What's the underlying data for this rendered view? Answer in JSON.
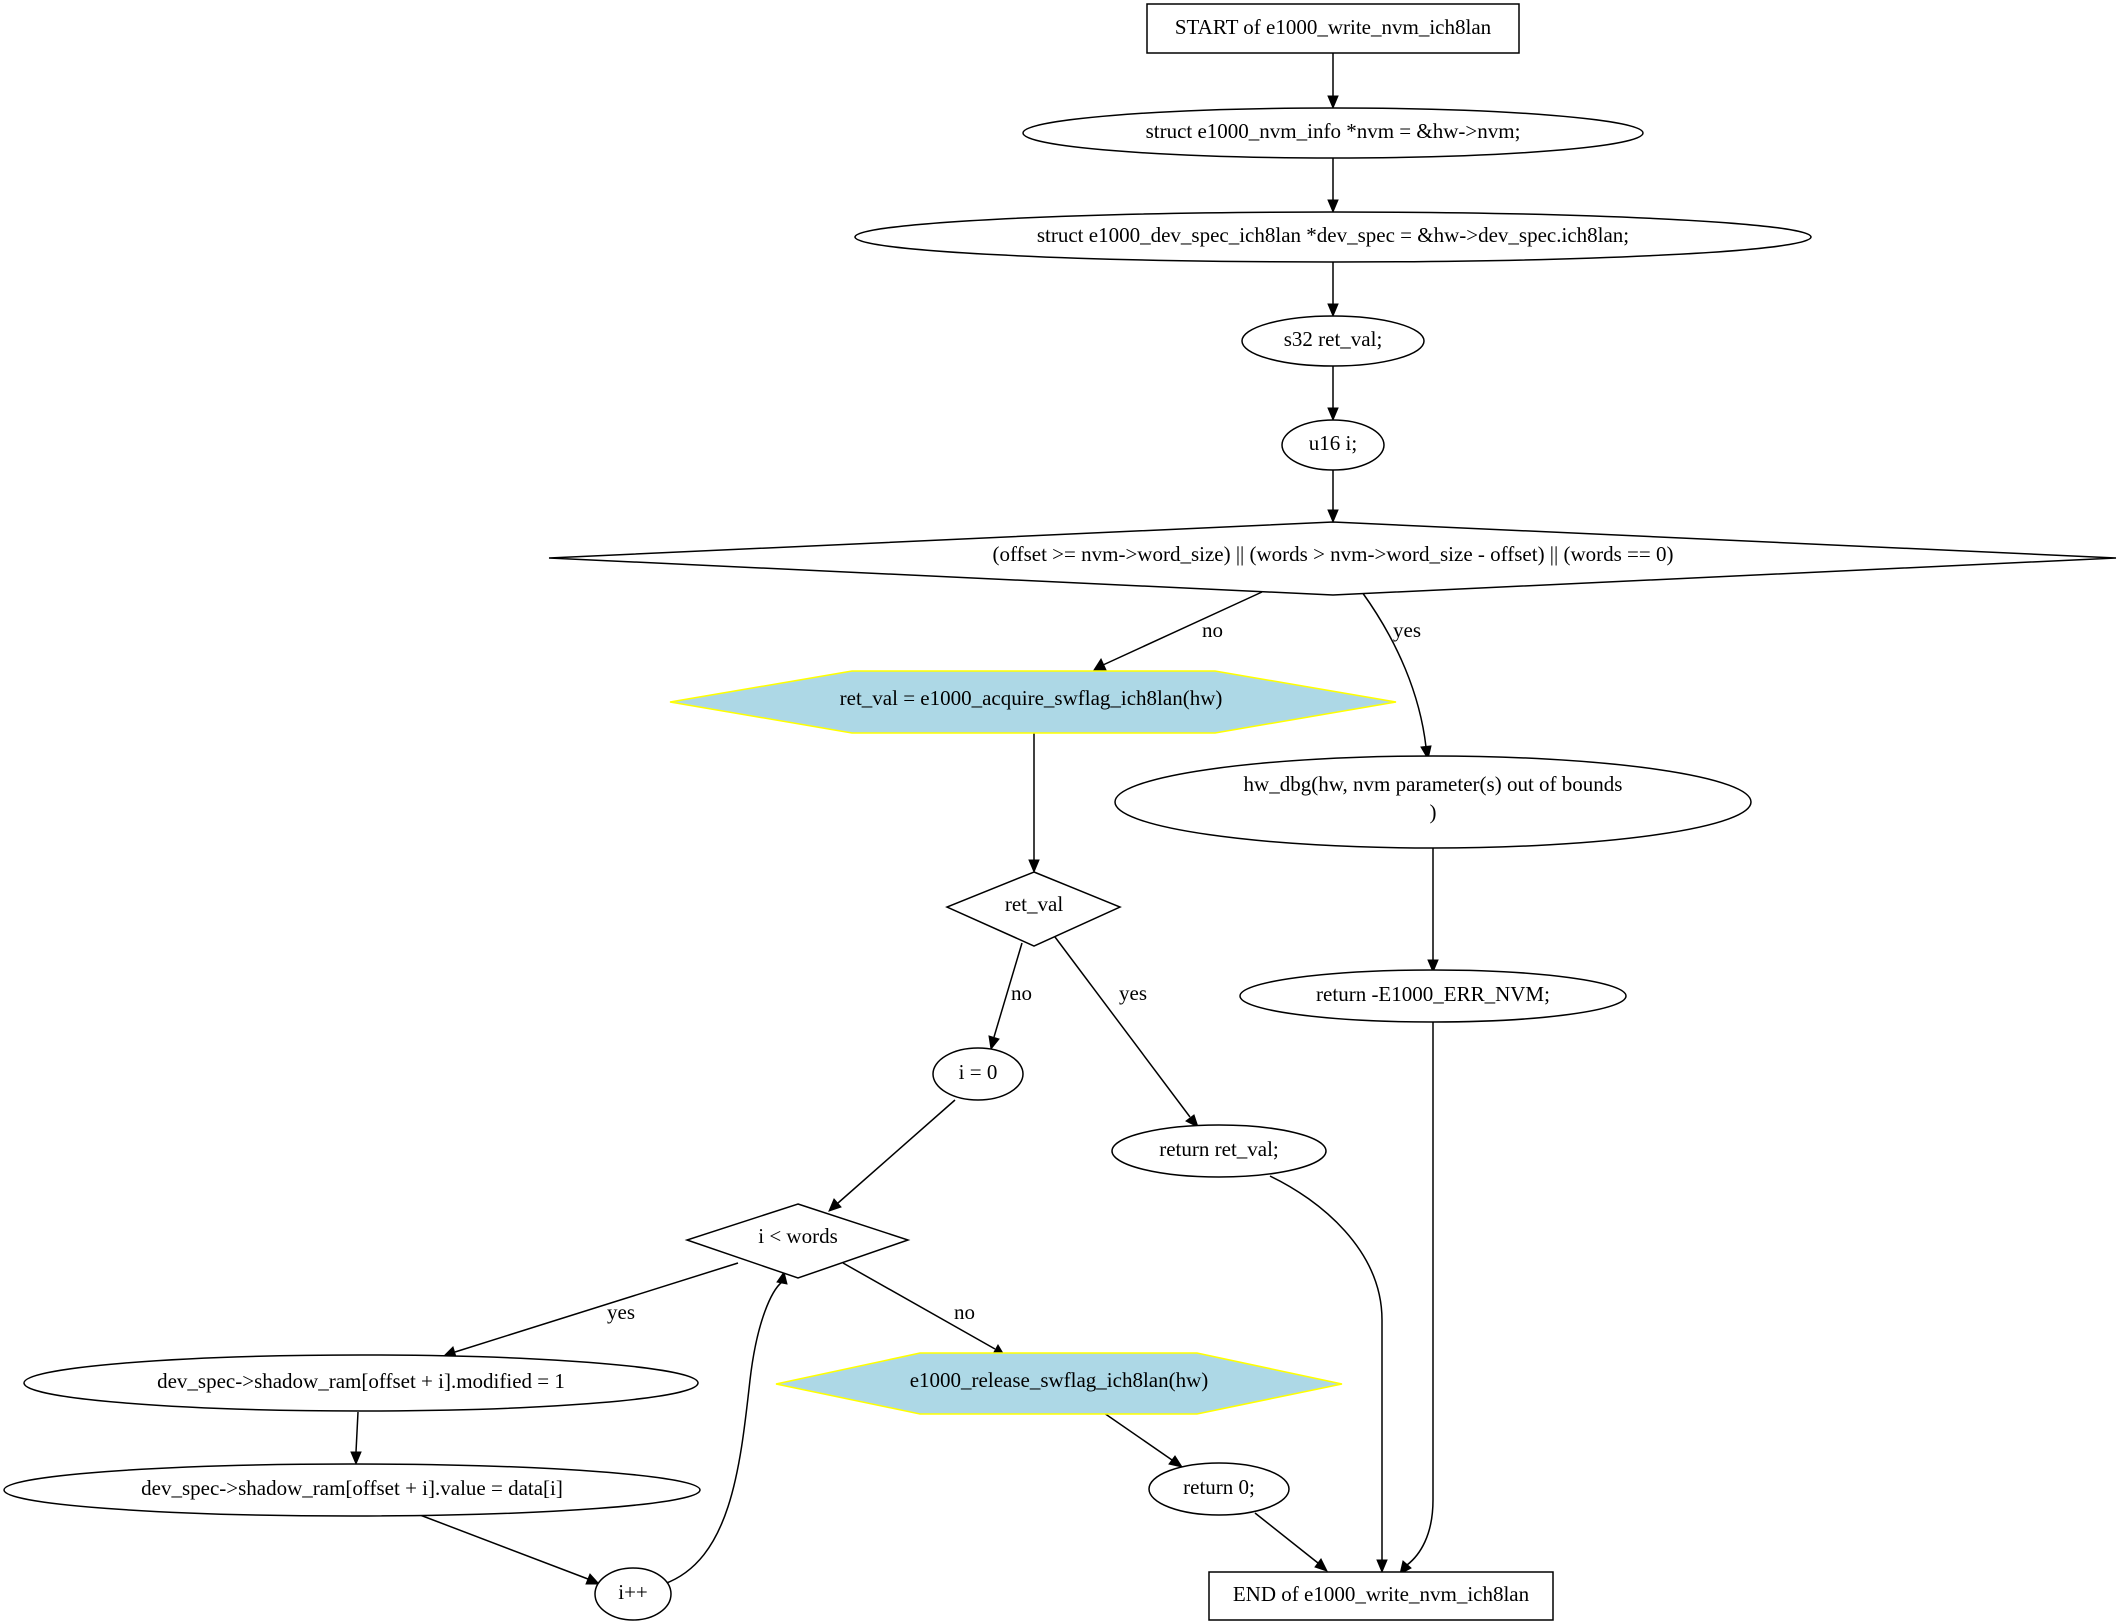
{
  "nodes": {
    "start": "START of e1000_write_nvm_ich8lan",
    "nvm_decl": "struct e1000_nvm_info *nvm = &hw->nvm;",
    "dev_spec_decl": "struct e1000_dev_spec_ich8lan *dev_spec = &hw->dev_spec.ich8lan;",
    "ret_val_decl": "s32 ret_val;",
    "i_decl": "u16 i;",
    "bounds_check": "(offset >= nvm->word_size) || (words > nvm->word_size - offset) || (words == 0)",
    "acquire": "ret_val = e1000_acquire_swflag_ich8lan(hw)",
    "hw_dbg_line1": "hw_dbg(hw, nvm parameter(s) out of bounds",
    "hw_dbg_line2": ")",
    "ret_val_check": "ret_val",
    "return_err": "return -E1000_ERR_NVM;",
    "init_i": "i = 0",
    "return_ret_val": "return ret_val;",
    "loop_cond": "i < words",
    "modified": "dev_spec->shadow_ram[offset + i].modified = 1",
    "release": "e1000_release_swflag_ich8lan(hw)",
    "value": "dev_spec->shadow_ram[offset + i].value = data[i]",
    "return_zero": "return 0;",
    "increment": "i++",
    "end": "END of e1000_write_nvm_ich8lan"
  },
  "edge_labels": {
    "bounds_no": "no",
    "bounds_yes": "yes",
    "ret_no": "no",
    "ret_yes": "yes",
    "loop_yes": "yes",
    "loop_no": "no"
  },
  "colors": {
    "call_fill": "#add8e6",
    "call_stroke": "#ffff00",
    "stroke": "#000000"
  }
}
